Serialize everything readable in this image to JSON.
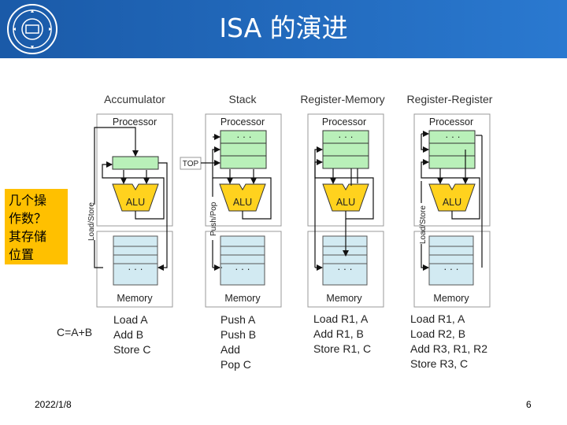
{
  "title": "ISA 的演进",
  "side_note": "几个操\n作数？\n其存储\n位置",
  "footer": {
    "date": "2022/1/8",
    "page": "6"
  },
  "equation": "C=A+B",
  "labels": {
    "processor": "Processor",
    "memory": "Memory",
    "alu": "ALU",
    "top": "TOP",
    "load_store": "Load/Store",
    "push_pop": "Push/Pop",
    "dots": "· · ·"
  },
  "columns": [
    {
      "title": "Accumulator",
      "code": [
        "Load A",
        "Add B",
        "Store C"
      ]
    },
    {
      "title": "Stack",
      "code": [
        "Push A",
        "Push B",
        "Add",
        "Pop C"
      ]
    },
    {
      "title": "Register-Memory",
      "code": [
        "Load R1, A",
        "Add R1, B",
        "Store R1, C"
      ]
    },
    {
      "title": "Register-Register",
      "code": [
        "Load R1, A",
        "Load R2, B",
        "Add R3, R1, R2",
        "Store R3, C"
      ]
    }
  ],
  "colors": {
    "header": "#1f64b4",
    "note": "#ffc000",
    "register": "#b9f0b9",
    "memory": "#d2eaf2",
    "alu": "#ffd21e"
  }
}
